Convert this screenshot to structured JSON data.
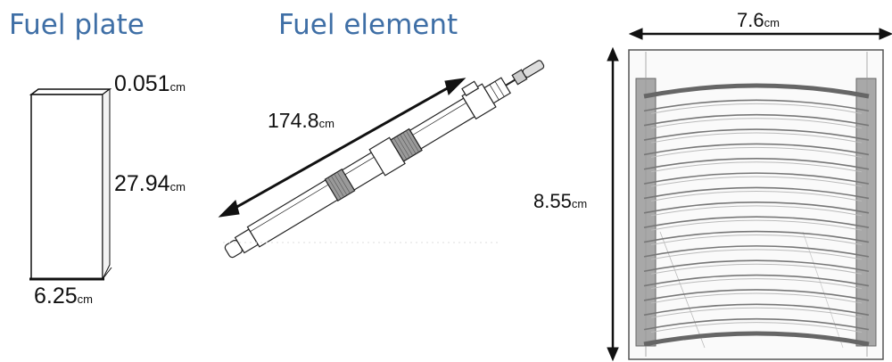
{
  "fuel_plate": {
    "title": "Fuel plate",
    "thickness": {
      "value": "0.051",
      "unit": "cm"
    },
    "length": {
      "value": "27.94",
      "unit": "cm"
    },
    "width": {
      "value": "6.25",
      "unit": "cm"
    }
  },
  "fuel_element": {
    "title": "Fuel element",
    "length": {
      "value": "174.8",
      "unit": "cm"
    }
  },
  "cross_section": {
    "width": {
      "value": "7.6",
      "unit": "cm"
    },
    "height": {
      "value": "8.55",
      "unit": "cm"
    },
    "plate_count": 18
  }
}
